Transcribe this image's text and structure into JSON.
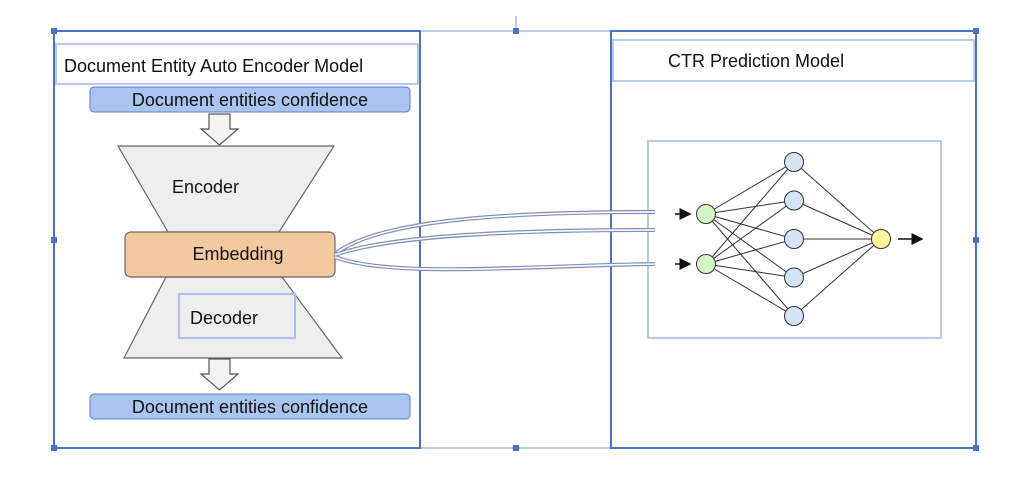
{
  "left_panel": {
    "title": "Document Entity Auto Encoder Model",
    "input_label": "Document entities confidence",
    "encoder_label": "Encoder",
    "embedding_label": "Embedding",
    "decoder_label": "Decoder",
    "output_label": "Document entities confidence"
  },
  "right_panel": {
    "title": "CTR Prediction Model"
  },
  "network": {
    "input_nodes": 2,
    "hidden_nodes": 5,
    "output_nodes": 1
  },
  "colors": {
    "frame_blue": "#4a72c4",
    "header_box_fill": "#a9c4ef",
    "embedding_fill": "#f3c9a0",
    "trapezoid_fill": "#eeeeee",
    "input_node_fill": "#d6f5c6",
    "hidden_node_fill": "#d3e5f7",
    "output_node_fill": "#fbf59b"
  }
}
